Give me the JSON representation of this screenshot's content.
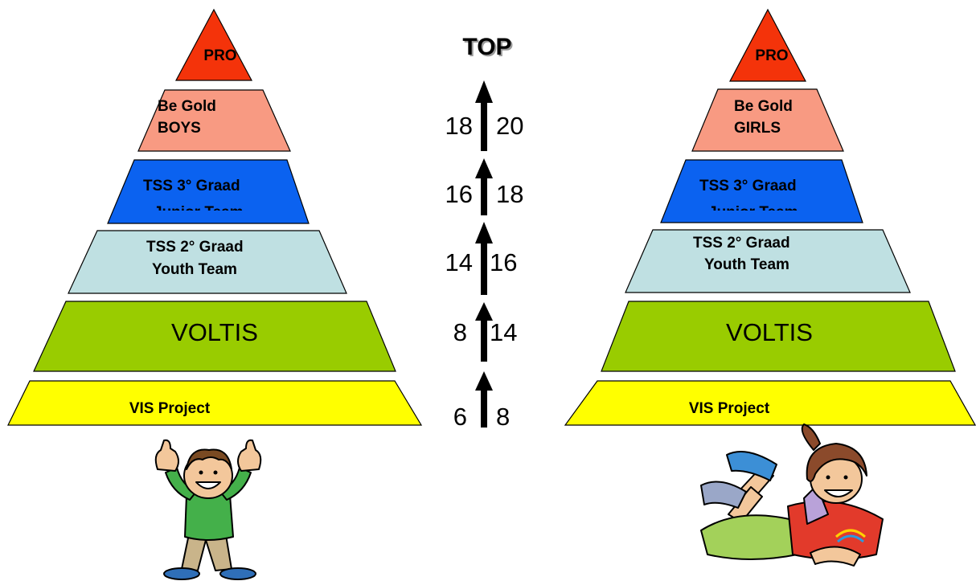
{
  "colors": {
    "pro": "#f4330a",
    "be_gold": "#f89a82",
    "tss3": "#0b62f0",
    "tss2": "#bfe0e2",
    "voltis": "#99cc00",
    "vis": "#ffff00"
  },
  "left_pyramid": {
    "pro": "PRO",
    "be_gold_line1": "Be Gold",
    "be_gold_line2": "BOYS",
    "tss3_line1": "TSS 3° Graad",
    "tss3_line2": "Junior Team",
    "tss2_line1": "TSS 2° Graad",
    "tss2_line2": "Youth Team",
    "voltis": "VOLTIS",
    "vis": "VIS Project",
    "figure_icon": "boy-thumbs-up-icon"
  },
  "right_pyramid": {
    "pro": "PRO",
    "be_gold_line1": "Be Gold",
    "be_gold_line2": "GIRLS",
    "tss3_line1": "TSS 3° Graad",
    "tss3_line2": "Junior Team",
    "tss2_line1": "TSS 2° Graad",
    "tss2_line2": "Youth Team",
    "voltis": "VOLTIS",
    "vis": "VIS Project",
    "figure_icon": "girl-lying-icon"
  },
  "center": {
    "top_label": "TOP",
    "ages": [
      {
        "from": "18",
        "to": "20"
      },
      {
        "from": "16",
        "to": "18"
      },
      {
        "from": "14",
        "to": "16"
      },
      {
        "from": "8",
        "to": "14"
      },
      {
        "from": "6",
        "to": "8"
      }
    ]
  }
}
